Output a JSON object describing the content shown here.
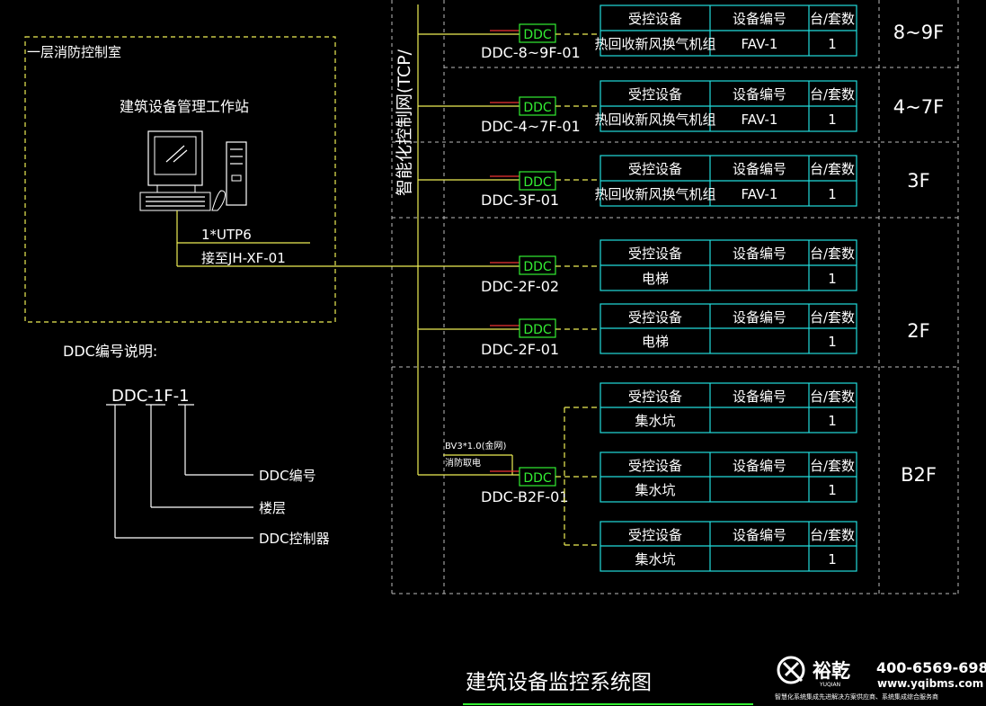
{
  "room": {
    "name": "一层消防控制室",
    "workstation": "建筑设备管理工作站",
    "cable": "1*UTP6",
    "connect": "接至JH-XF-01"
  },
  "network_label": "智能化控制网(TCP/",
  "ddc_label": "DDC",
  "table_header": {
    "col1": "受控设备",
    "col2": "设备编号",
    "col3": "台/套数"
  },
  "floors": [
    "8~9F",
    "4~7F",
    "3F",
    "2F",
    "B2F"
  ],
  "controllers": [
    {
      "id": "DDC-8~9F-01",
      "device": "热回收新风换气机组",
      "code": "FAV-1",
      "qty": "1"
    },
    {
      "id": "DDC-4~7F-01",
      "device": "热回收新风换气机组",
      "code": "FAV-1",
      "qty": "1"
    },
    {
      "id": "DDC-3F-01",
      "device": "热回收新风换气机组",
      "code": "FAV-1",
      "qty": "1"
    },
    {
      "id": "DDC-2F-02",
      "device": "电梯",
      "code": "",
      "qty": "1"
    },
    {
      "id": "DDC-2F-01",
      "device": "电梯",
      "code": "",
      "qty": "1"
    }
  ],
  "b2f": {
    "id": "DDC-B2F-01",
    "power1": "BV3*1.0(金网)",
    "power2": "消防取电",
    "tables": [
      {
        "device": "集水坑",
        "code": "",
        "qty": "1"
      },
      {
        "device": "集水坑",
        "code": "",
        "qty": "1"
      },
      {
        "device": "集水坑",
        "code": "",
        "qty": "1"
      }
    ]
  },
  "legend": {
    "title": "DDC编号说明:",
    "example": "DDC-1F-1",
    "item1": "DDC编号",
    "item2": "楼层",
    "item3": "DDC控制器"
  },
  "drawing_title": "建筑设备监控系统图",
  "logo": {
    "brand": "裕乾",
    "brand_en": "YUQIAN",
    "phone": "400-6569-698",
    "website": "www.yqibms.com",
    "slogan": "智慧化系统集成先进解决方案供应商、系统集成综合服务商"
  },
  "colors": {
    "cyan": "#22dddd",
    "green": "#33ee33",
    "yellow": "#eeee55",
    "red": "#ee3333"
  }
}
